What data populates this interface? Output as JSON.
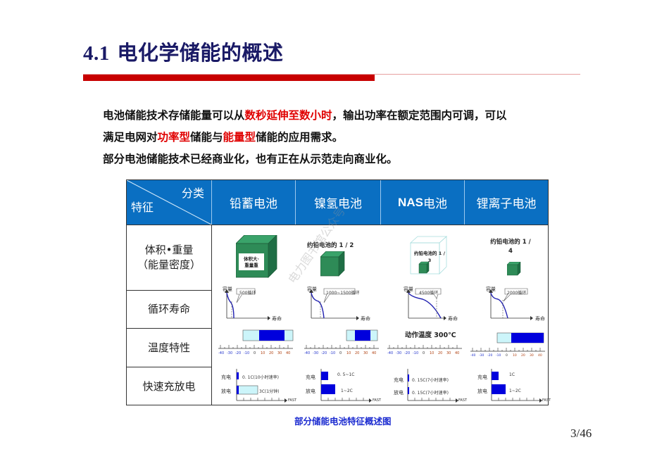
{
  "slide": {
    "title_number": "4.1",
    "title_text": "电化学储能的概述",
    "paragraphs": {
      "p1_a": "电池储能技术存储能量可以从",
      "p1_red": "数秒延伸至数小时",
      "p1_b": "，输出功率在额定范围内可调，可以",
      "p2_a": "满足电网对",
      "p2_red1": "功率型",
      "p2_b": "储能与",
      "p2_red2": "能量型",
      "p2_c": "储能的应用需求。",
      "p3": "部分电池储能技术已经商业化，也有正在从示范走向商业化。"
    },
    "figure_caption": "部分储能电池特征概述图",
    "page_number": "3/46",
    "watermark": "电力图书馆公众号",
    "colors": {
      "title": "#1a1a66",
      "accent_red": "#c80000",
      "highlight_red": "#e00000",
      "header_blue": "#0a6fc2",
      "caption_blue": "#1a2ad0",
      "cube_green": "#2e8b57",
      "bar_blue": "#0000dd",
      "bar_light": "#ccf5fa"
    }
  },
  "table": {
    "corner": {
      "top_right": "分类",
      "bottom_left": "特征"
    },
    "columns": [
      "铅蓄电池",
      "镍氢电池",
      "NAS电池",
      "锂离子电池"
    ],
    "nas_prefix": "NAS",
    "nas_suffix": "电池",
    "rows": [
      {
        "label_line1": "体积•重量",
        "label_line2": "（能量密度）"
      },
      {
        "label_line1": "循环寿命"
      },
      {
        "label_line1": "温度特性"
      },
      {
        "label_line1": "快速充放电"
      }
    ],
    "volume": {
      "lead": "体积大·\n重量重",
      "lead_l1": "体积大·",
      "lead_l2": "重量重",
      "nimh": "约铅电池的 1 / 2",
      "nas_l1": "约铅电池的 1 /",
      "nas_l2": "3",
      "li_l1": "约铅电池的 1 /",
      "li_l2": "4"
    },
    "cycle": {
      "y_label": "容量",
      "x_label": "寿命",
      "lead": "500循环",
      "nimh": "1000~1500循环",
      "nas": "4500循环",
      "li": "2000循环"
    },
    "temperature": {
      "ticks": [
        "-40",
        "-30",
        "-20",
        "-10",
        "0",
        "10",
        "20",
        "30",
        "40"
      ],
      "nas_note": "动作温度 300℃"
    },
    "charge": {
      "charge_label": "充电",
      "discharge_label": "放电",
      "axis_label": "FAST",
      "lead": {
        "charge": "0. 1C(10小时速率)",
        "discharge": "3C(1分钟)"
      },
      "nimh": {
        "charge": "0. 5~1C",
        "discharge": "1~2C"
      },
      "nas": {
        "charge": "0. 15C(7小时速率)",
        "discharge": "0. 15C(7小时速率)"
      },
      "li": {
        "charge": "1C",
        "discharge": "1~2C"
      }
    }
  }
}
